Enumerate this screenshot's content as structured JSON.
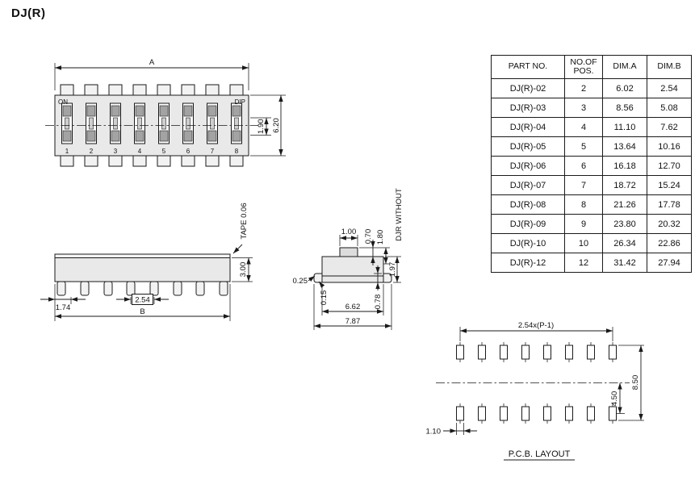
{
  "title": "DJ(R)",
  "table": {
    "headers": {
      "part": "PART NO.",
      "pos_line1": "NO.OF",
      "pos_line2": "POS.",
      "dim_a": "DIM.A",
      "dim_b": "DIM.B"
    },
    "rows": [
      {
        "part": "DJ(R)-02",
        "pos": "2",
        "a": "6.02",
        "b": "2.54"
      },
      {
        "part": "DJ(R)-03",
        "pos": "3",
        "a": "8.56",
        "b": "5.08"
      },
      {
        "part": "DJ(R)-04",
        "pos": "4",
        "a": "11.10",
        "b": "7.62"
      },
      {
        "part": "DJ(R)-05",
        "pos": "5",
        "a": "13.64",
        "b": "10.16"
      },
      {
        "part": "DJ(R)-06",
        "pos": "6",
        "a": "16.18",
        "b": "12.70"
      },
      {
        "part": "DJ(R)-07",
        "pos": "7",
        "a": "18.72",
        "b": "15.24"
      },
      {
        "part": "DJ(R)-08",
        "pos": "8",
        "a": "21.26",
        "b": "17.78"
      },
      {
        "part": "DJ(R)-09",
        "pos": "9",
        "a": "23.80",
        "b": "20.32"
      },
      {
        "part": "DJ(R)-10",
        "pos": "10",
        "a": "26.34",
        "b": "22.86"
      },
      {
        "part": "DJ(R)-12",
        "pos": "12",
        "a": "31.42",
        "b": "27.94"
      }
    ]
  },
  "top_view": {
    "dim_a": "A",
    "on_label": "ON",
    "dip_label": "DIP",
    "positions": [
      "1",
      "2",
      "3",
      "4",
      "5",
      "6",
      "7",
      "8"
    ],
    "dim_190": "1.90",
    "dim_620": "6.20"
  },
  "side_view": {
    "dim_174": "1.74",
    "dim_254": "2.54",
    "dim_b": "B",
    "tape_label": "TAPE  0.06",
    "dim_300": "3.00"
  },
  "end_view": {
    "dim_100": "1.00",
    "dim_070": "0.70",
    "dim_180": "1.80",
    "djr_without": "DJR  WITHOUT",
    "dim_197": "1.97",
    "dim_025": "0.25",
    "dim_015": "0.15",
    "dim_078": "0.78",
    "dim_662": "6.62",
    "dim_787": "7.87"
  },
  "pcb_layout": {
    "dim_pitch": "2.54x(P-1)",
    "dim_450": "4.50",
    "dim_850": "8.50",
    "dim_110": "1.10",
    "caption": "P.C.B.  LAYOUT"
  },
  "colors": {
    "line": "#1a1a1a",
    "body_fill": "#e9e9e9",
    "background": "#ffffff"
  }
}
